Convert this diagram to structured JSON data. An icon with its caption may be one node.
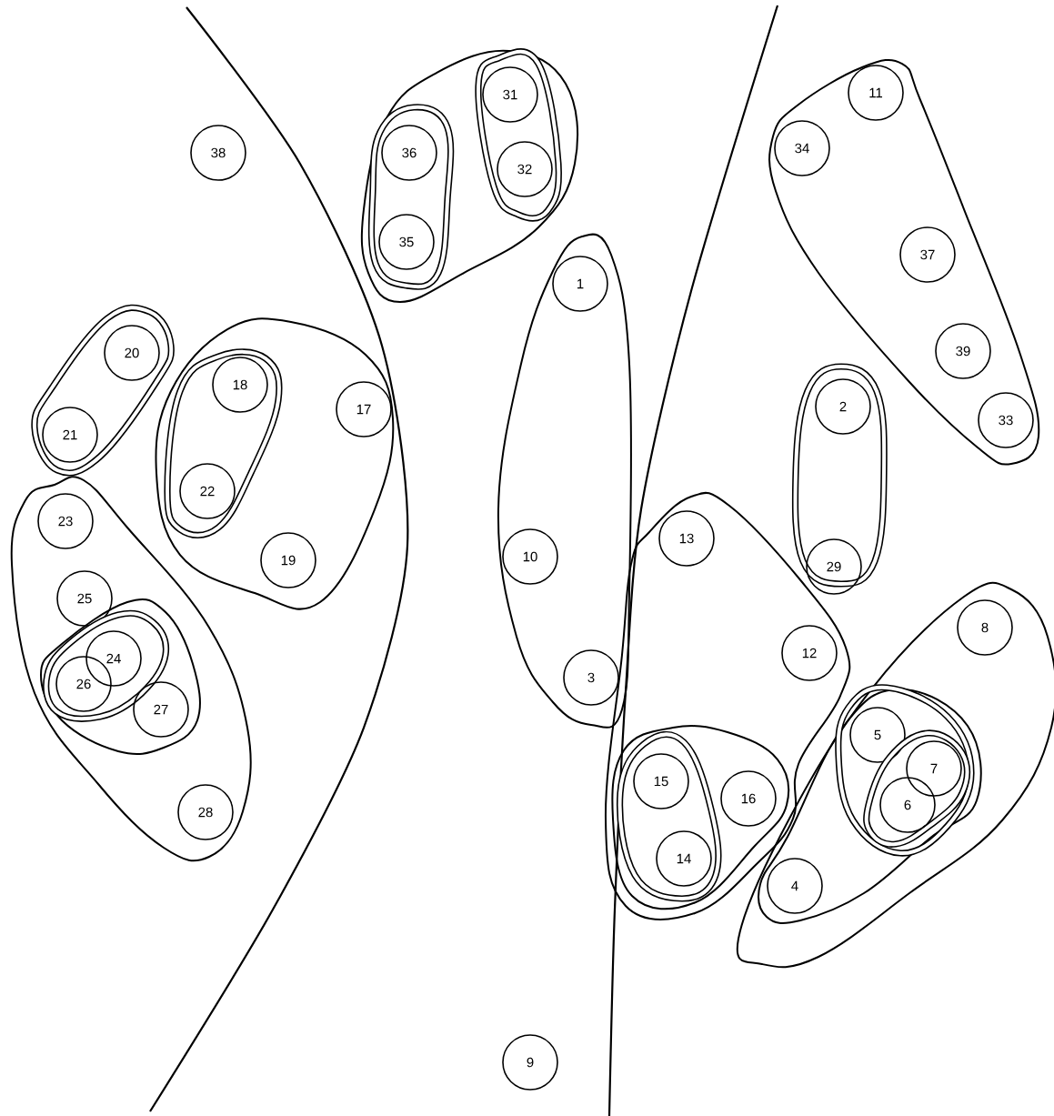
{
  "diagram": {
    "nodes": [
      {
        "text": [
          "38"
        ]
      },
      {
        "text": [],
        "shape": "oval"
      },
      {
        "text": [],
        "shape": "oval",
        "in": 1
      },
      {
        "text": [
          "36"
        ],
        "in": 2
      },
      {
        "text": [
          "35"
        ],
        "in": 2
      },
      {
        "text": [],
        "shape": "oval",
        "in": 1
      },
      {
        "text": [
          "31"
        ],
        "in": 5
      },
      {
        "text": [
          "32"
        ],
        "in": 5
      },
      {
        "text": [],
        "shape": "oval"
      },
      {
        "text": [
          "11"
        ],
        "in": 8
      },
      {
        "text": [
          "34"
        ],
        "in": 8
      },
      {
        "text": [
          "37"
        ],
        "in": 8
      },
      {
        "text": [
          "39"
        ],
        "in": 8
      },
      {
        "text": [
          "33"
        ],
        "in": 8
      },
      {
        "text": [],
        "shape": "oval"
      },
      {
        "text": [
          "20"
        ],
        "in": 14
      },
      {
        "text": [
          "21"
        ],
        "in": 14
      },
      {
        "text": [],
        "shape": "oval"
      },
      {
        "text": [],
        "shape": "oval",
        "in": 17
      },
      {
        "text": [
          "18"
        ],
        "in": 18
      },
      {
        "text": [
          "22"
        ],
        "in": 18
      },
      {
        "text": [
          "17"
        ],
        "in": 17
      },
      {
        "text": [
          "19"
        ],
        "in": 17
      },
      {
        "text": [],
        "shape": "oval"
      },
      {
        "text": [
          "23"
        ],
        "in": 23
      },
      {
        "text": [
          "25"
        ],
        "in": 23
      },
      {
        "text": [],
        "shape": "oval",
        "in": 23
      },
      {
        "text": [],
        "shape": "oval",
        "in": 26
      },
      {
        "text": [
          "24"
        ],
        "in": 27
      },
      {
        "text": [
          "26"
        ],
        "in": 27
      },
      {
        "text": [
          "27"
        ],
        "in": 26
      },
      {
        "text": [
          "28"
        ],
        "in": 23
      },
      {
        "text": [],
        "shape": "oval"
      },
      {
        "text": [
          "1"
        ],
        "in": 32
      },
      {
        "text": [
          "10"
        ],
        "in": 32
      },
      {
        "text": [
          "3"
        ],
        "in": 32
      },
      {
        "text": [],
        "shape": "oval"
      },
      {
        "text": [
          "2"
        ],
        "in": 36
      },
      {
        "text": [
          "29"
        ],
        "in": 36
      },
      {
        "text": [],
        "shape": "oval"
      },
      {
        "text": [
          "13"
        ],
        "in": 39
      },
      {
        "text": [
          "12"
        ],
        "in": 39
      },
      {
        "text": [],
        "shape": "oval",
        "in": 39
      },
      {
        "text": [],
        "shape": "oval",
        "in": 42
      },
      {
        "text": [
          "15"
        ],
        "in": 43
      },
      {
        "text": [
          "14"
        ],
        "in": 43
      },
      {
        "text": [
          "16"
        ],
        "in": 42
      },
      {
        "text": [],
        "shape": "oval"
      },
      {
        "text": [
          "8"
        ],
        "in": 47
      },
      {
        "text": [],
        "shape": "oval",
        "in": 47
      },
      {
        "text": [],
        "shape": "oval",
        "in": 49
      },
      {
        "text": [
          "5"
        ],
        "in": 50
      },
      {
        "text": [],
        "shape": "oval",
        "in": 50
      },
      {
        "text": [
          "7"
        ],
        "in": 52
      },
      {
        "text": [
          "6"
        ],
        "in": 52
      },
      {
        "text": [
          "4"
        ],
        "in": 49
      },
      {
        "text": [
          "9"
        ]
      }
    ]
  }
}
